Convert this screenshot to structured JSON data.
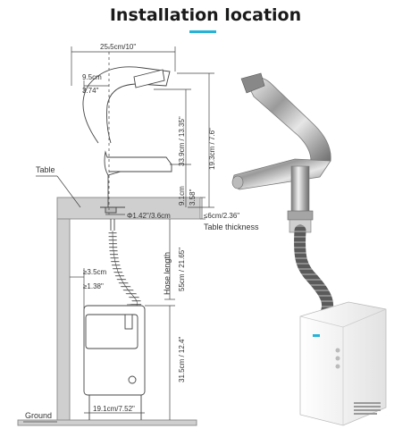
{
  "title": "Installation location",
  "labels": {
    "table": "Table",
    "ground": "Ground",
    "table_thickness": "Table thickness",
    "hose_length": "Hose length"
  },
  "dimensions": {
    "width_total": "25.5cm/10\"",
    "spout_reach_cm": "9.5cm",
    "spout_reach_in": "3.74\"",
    "height_spout": "33.9cm / 13.35\"",
    "height_total": "19.3cm / 7.6\"",
    "height_outlet_cm": "9.1cm",
    "height_outlet_in": "3.58\"",
    "hole_diameter": "Φ1.42\"/3.6cm",
    "table_thickness_value": "≤6cm/2.36\"",
    "hose_length_value": "55cm / 21.65\"",
    "clearance_cm": "≥3.5cm",
    "clearance_in": "≥1.38\"",
    "box_height": "31.5cm / 12.4\"",
    "box_width": "19.1cm/7.52\""
  },
  "colors": {
    "accent": "#27b3d8"
  }
}
